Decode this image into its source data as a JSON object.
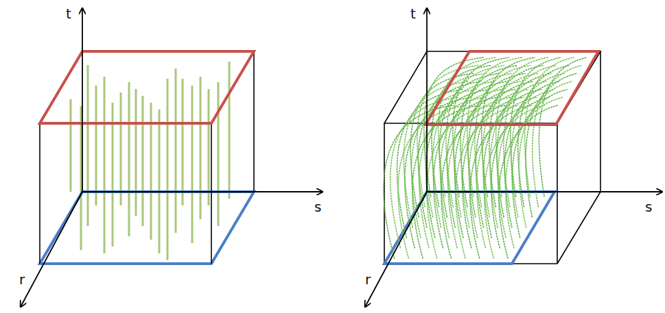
{
  "diagram": {
    "labels": [
      "t",
      "s",
      "r",
      "t",
      "s",
      "r"
    ]
  }
}
